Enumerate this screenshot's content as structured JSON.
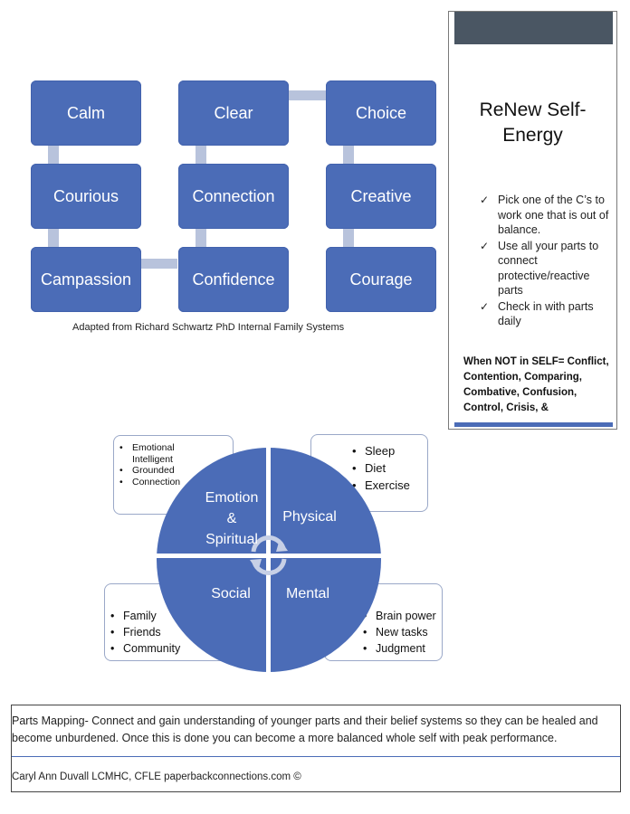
{
  "diagram": {
    "boxes": {
      "calm": "Calm",
      "clear": "Clear",
      "choice": "Choice",
      "courious": "Courious",
      "connection": "Connection",
      "creative": "Creative",
      "campassion": "Campassion",
      "confidence": "Confidence",
      "courage": "Courage"
    },
    "caption": "Adapted from Richard Schwartz PhD Internal Family Systems",
    "accent_color": "#4b6cb7",
    "connector_color": "#b8c3dc"
  },
  "sidebar": {
    "title_line1": "ReNew Self-",
    "title_line2": "Energy",
    "items": [
      "Pick one of the C’s to work one that is out of balance.",
      "Use all your parts to connect protective/reactive parts",
      "Check in with parts daily"
    ],
    "check_icon": "✓",
    "note": "When NOT in SELF= Conflict, Contention, Comparing, Combative, Confusion, Control, Crisis, &"
  },
  "wheel": {
    "quadrants": {
      "emotion_l1": "Emotion",
      "emotion_l2": "&",
      "emotion_l3": "Spiritual",
      "physical": "Physical",
      "social": "Social",
      "mental": "Mental"
    },
    "emotion_items": [
      "Emotional Intelligent",
      "Grounded",
      "Connection"
    ],
    "physical_items": [
      "Sleep",
      "Diet",
      "Exercise"
    ],
    "social_items": [
      "Family",
      "Friends",
      "Community"
    ],
    "mental_items": [
      "Brain power",
      "New tasks",
      "Judgment"
    ]
  },
  "footer": {
    "description": "Parts Mapping- Connect and gain understanding of younger parts and their belief systems so they can be healed and become unburdened. Once this is done you can become a more balanced whole self with peak performance.",
    "credit": "Caryl Ann Duvall LCMHC, CFLE paperbackconnections.com ©"
  }
}
